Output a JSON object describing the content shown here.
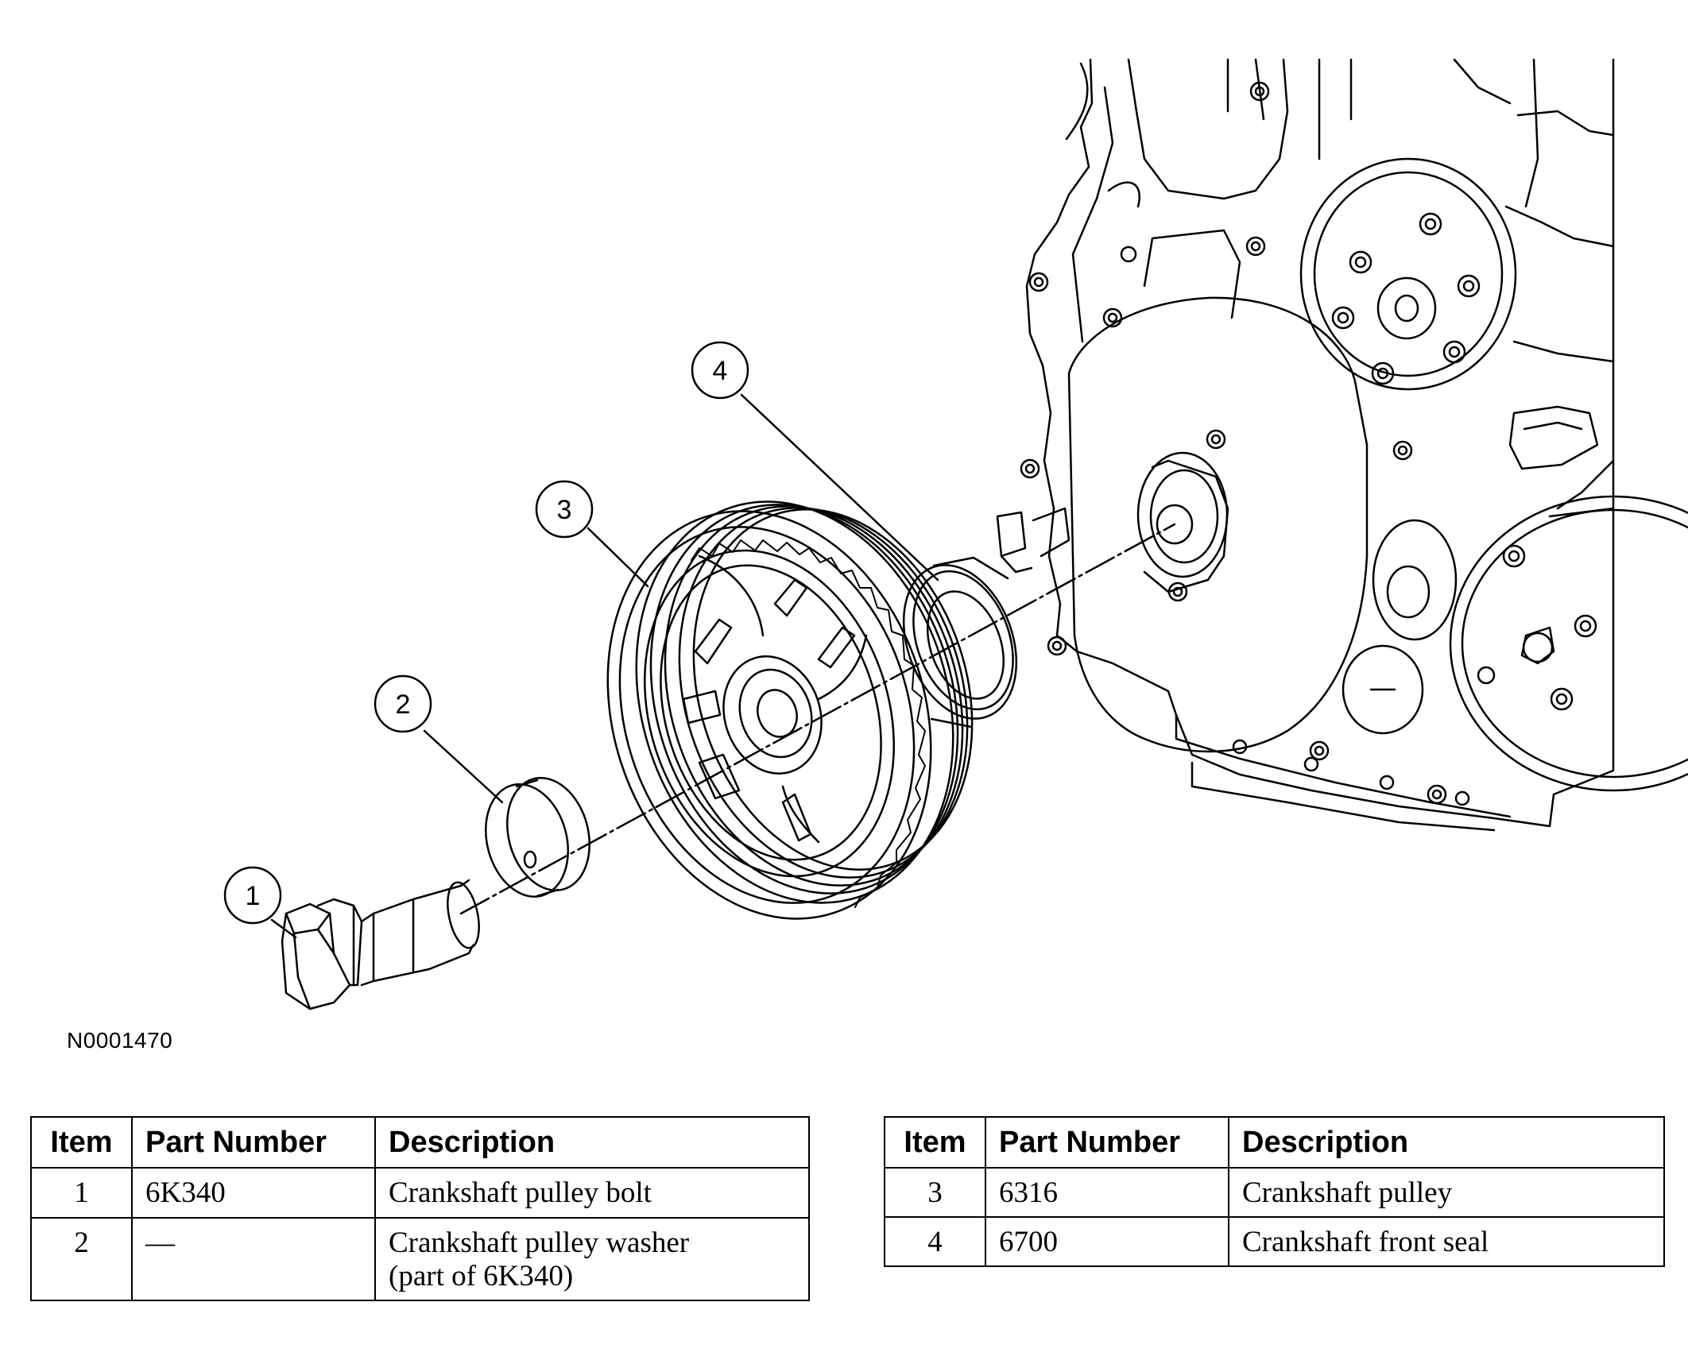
{
  "figure_id": "N0001470",
  "callouts": [
    "1",
    "2",
    "3",
    "4"
  ],
  "tables": [
    {
      "headers": {
        "item": "Item",
        "part_number": "Part Number",
        "description": "Description"
      },
      "rows": [
        {
          "item": "1",
          "part_number": "6K340",
          "description_lines": [
            "Crankshaft pulley bolt"
          ]
        },
        {
          "item": "2",
          "part_number": "—",
          "description_lines": [
            "Crankshaft pulley washer",
            "(part of 6K340)"
          ]
        }
      ]
    },
    {
      "headers": {
        "item": "Item",
        "part_number": "Part Number",
        "description": "Description"
      },
      "rows": [
        {
          "item": "3",
          "part_number": "6316",
          "description_lines": [
            "Crankshaft pulley"
          ]
        },
        {
          "item": "4",
          "part_number": "6700",
          "description_lines": [
            "Crankshaft front seal"
          ]
        }
      ]
    }
  ]
}
